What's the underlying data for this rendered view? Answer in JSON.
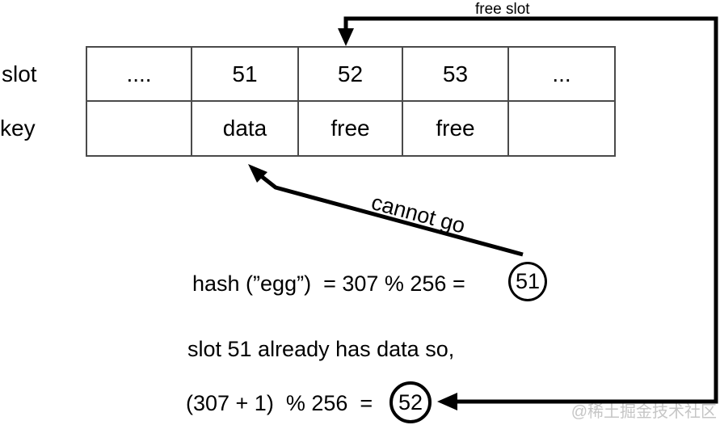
{
  "diagram": {
    "row_labels": {
      "slot": "slot",
      "key": "key"
    },
    "table": {
      "slot_row": [
        "....",
        "51",
        "52",
        "53",
        "..."
      ],
      "key_row": [
        "",
        "data",
        "free",
        "free",
        ""
      ]
    },
    "labels": {
      "free_slot": "free slot",
      "cannot_go": "cannot go"
    },
    "equations": {
      "hash_line": "hash (”egg”)  = 307 % 256 =",
      "hash_result": "51",
      "explain_line": "slot 51 already has data so,",
      "probe_line": "(307 + 1)  % 256  =",
      "probe_result": "52"
    },
    "watermark": "@稀土掘金技术社区",
    "colors": {
      "ink": "#000000",
      "table_border": "#4a4a4a",
      "watermark_gray": "#c6c6c6",
      "background": "#ffffff"
    }
  }
}
